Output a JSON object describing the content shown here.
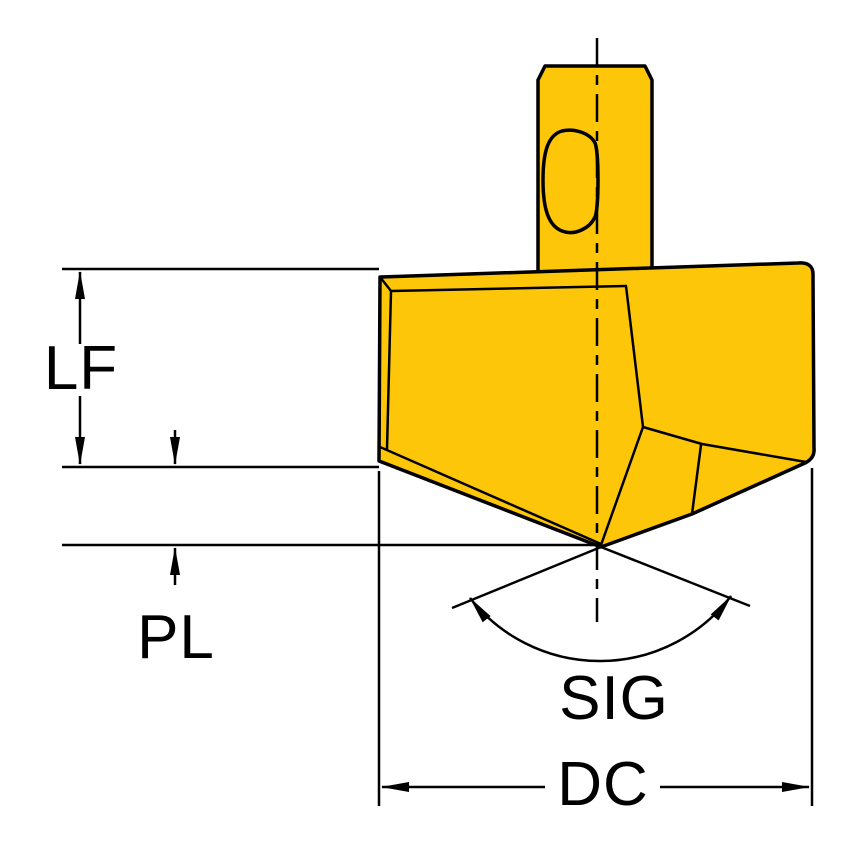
{
  "diagram": {
    "labels": {
      "lf": "LF",
      "pl": "PL",
      "sig": "SIG",
      "dc": "DC"
    },
    "colors": {
      "insert_fill": "#FDC608",
      "line": "#000000",
      "background": "#FFFFFF"
    }
  }
}
